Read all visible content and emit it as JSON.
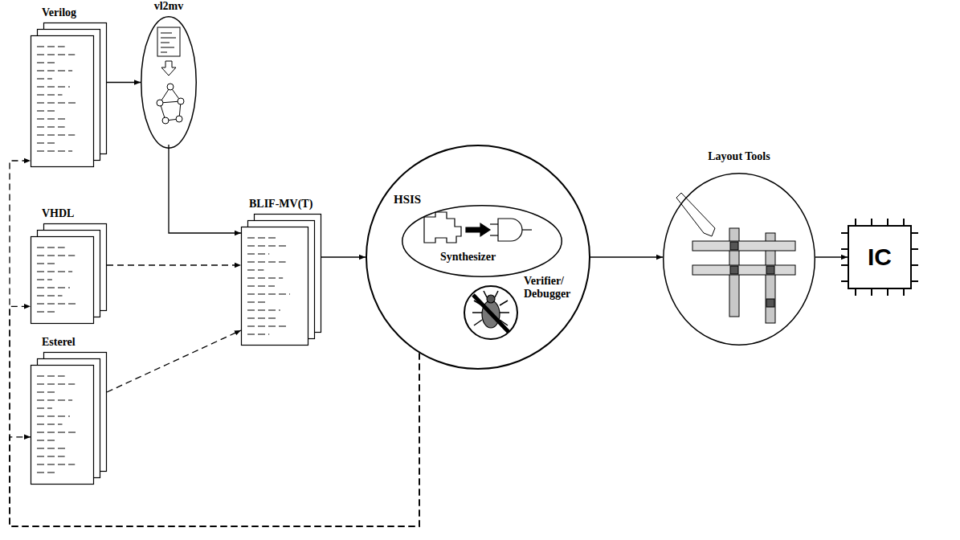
{
  "diagram": {
    "nodes": [
      {
        "text": [
          "Verilog"
        ]
      },
      {
        "text": [
          "vl2mv"
        ]
      },
      {
        "text": [
          "VHDL"
        ]
      },
      {
        "text": [
          "Esterel"
        ]
      },
      {
        "text": [
          "BLIF-MV(T)"
        ]
      },
      {
        "text": [
          "HSIS"
        ]
      },
      {
        "text": [
          "Synthesizer"
        ],
        "in": 5
      },
      {
        "text": [
          "Verifier/ Debugger"
        ],
        "in": 5
      },
      {
        "text": [
          "Layout Tools"
        ]
      },
      {
        "text": [
          "IC"
        ]
      }
    ],
    "edges": [
      {
        "from": 0,
        "to": 1,
        "arrow": "to"
      },
      {
        "from": 1,
        "to": 4,
        "arrow": "to"
      },
      {
        "from": 2,
        "to": 4,
        "arrow": "to"
      },
      {
        "from": 3,
        "to": 4,
        "arrow": "to"
      },
      {
        "from": 4,
        "to": 5,
        "arrow": "to"
      },
      {
        "from": 5,
        "to": 8,
        "arrow": "to"
      },
      {
        "from": 8,
        "to": 9,
        "arrow": "to"
      },
      {
        "from": 5,
        "to": 0,
        "arrow": "to"
      },
      {
        "from": 5,
        "to": 2,
        "arrow": "to"
      },
      {
        "from": 5,
        "to": 3,
        "arrow": "to"
      }
    ]
  }
}
